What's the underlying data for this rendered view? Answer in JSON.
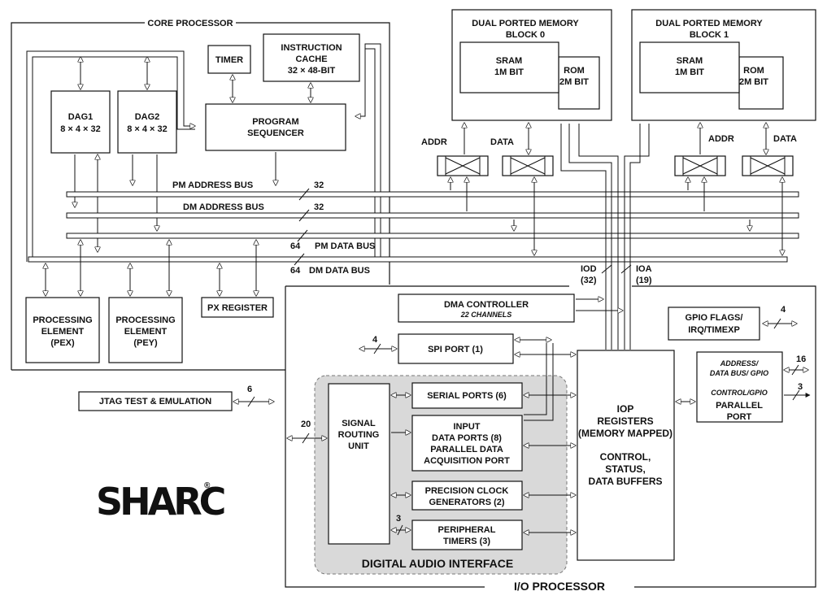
{
  "core_processor": {
    "title": "CORE PROCESSOR",
    "timer": "TIMER",
    "icache": [
      "INSTRUCTION",
      "CACHE",
      "32 × 48-BIT"
    ],
    "dag1": [
      "DAG1",
      "8 × 4 × 32"
    ],
    "dag2": [
      "DAG2",
      "8 × 4 × 32"
    ],
    "sequencer": [
      "PROGRAM",
      "SEQUENCER"
    ],
    "pex": [
      "PROCESSING",
      "ELEMENT",
      "(PEX)"
    ],
    "pey": [
      "PROCESSING",
      "ELEMENT",
      "(PEY)"
    ],
    "px_register": "PX REGISTER"
  },
  "buses": {
    "pm_address": "PM ADDRESS BUS",
    "dm_address": "DM ADDRESS BUS",
    "pm_data": "PM DATA BUS",
    "dm_data": "DM DATA BUS",
    "pm_address_width": "32",
    "dm_address_width": "32",
    "pm_data_width": "64",
    "dm_data_width": "64"
  },
  "memory": {
    "block0": {
      "title": [
        "DUAL PORTED MEMORY",
        "BLOCK 0"
      ],
      "sram": [
        "SRAM",
        "1M BIT"
      ],
      "rom": [
        "ROM",
        "2M BIT"
      ]
    },
    "block1": {
      "title": [
        "DUAL PORTED MEMORY",
        "BLOCK 1"
      ],
      "sram": [
        "SRAM",
        "1M BIT"
      ],
      "rom": [
        "ROM",
        "2M BIT"
      ]
    },
    "addr": "ADDR",
    "data": "DATA"
  },
  "io_processor": {
    "title": "I/O PROCESSOR",
    "iod": [
      "IOD",
      "(32)"
    ],
    "ioa": [
      "IOA",
      "(19)"
    ],
    "dma": {
      "title": "DMA CONTROLLER",
      "sub": "22 CHANNELS"
    },
    "spi": "SPI PORT (1)",
    "spi_width": "4",
    "gpio": [
      "GPIO FLAGS/",
      "IRQ/TIMEXP"
    ],
    "gpio_width": "4",
    "iop": [
      "IOP",
      "REGISTERS",
      "(MEMORY MAPPED)",
      "",
      "CONTROL,",
      "STATUS,",
      "DATA BUFFERS"
    ],
    "parallel_port": {
      "sub1": [
        "ADDRESS/",
        "DATA BUS/ GPIO"
      ],
      "sub2": "CONTROL/GPIO",
      "title": [
        "PARALLEL",
        "PORT"
      ],
      "width_a": "16",
      "width_b": "3"
    }
  },
  "dai": {
    "title": "DIGITAL AUDIO INTERFACE",
    "sru": [
      "SIGNAL",
      "ROUTING",
      "UNIT"
    ],
    "sru_width": "20",
    "serial_ports": "SERIAL PORTS (6)",
    "input_ports": [
      "INPUT",
      "DATA PORTS (8)",
      "PARALLEL DATA",
      "ACQUISITION PORT"
    ],
    "pcg": [
      "PRECISION CLOCK",
      "GENERATORS (2)"
    ],
    "timers": [
      "PERIPHERAL",
      "TIMERS (3)"
    ],
    "timers_width": "3"
  },
  "jtag": {
    "label": "JTAG TEST & EMULATION",
    "width": "6"
  },
  "logo": {
    "text": "SHARC",
    "mark": "®"
  }
}
